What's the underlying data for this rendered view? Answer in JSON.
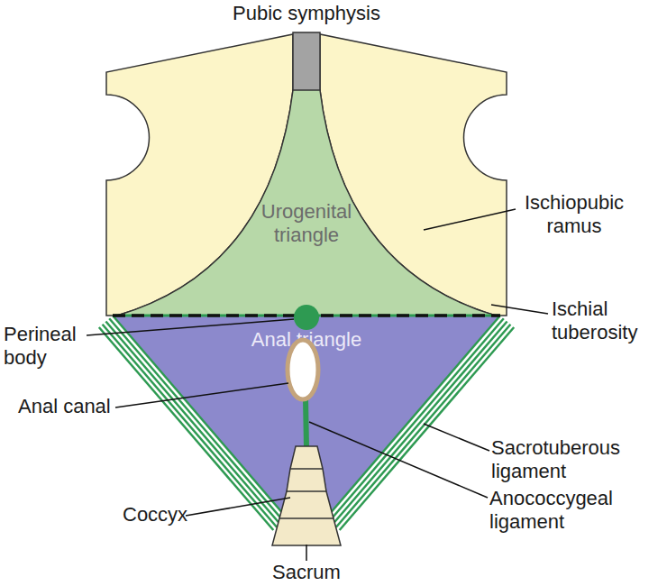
{
  "diagram": {
    "nodes": [
      {
        "text": [
          "Urogenital triangle"
        ]
      },
      {
        "text": [
          "Anal triangle"
        ]
      }
    ],
    "labels": [
      "Pubic symphysis",
      "Ischiopubic ramus",
      "Ischial tuberosity",
      "Perineal body",
      "Anal canal",
      "Sacrotuberous ligament",
      "Anococcygeal ligament",
      "Coccyx",
      "Sacrum"
    ]
  }
}
